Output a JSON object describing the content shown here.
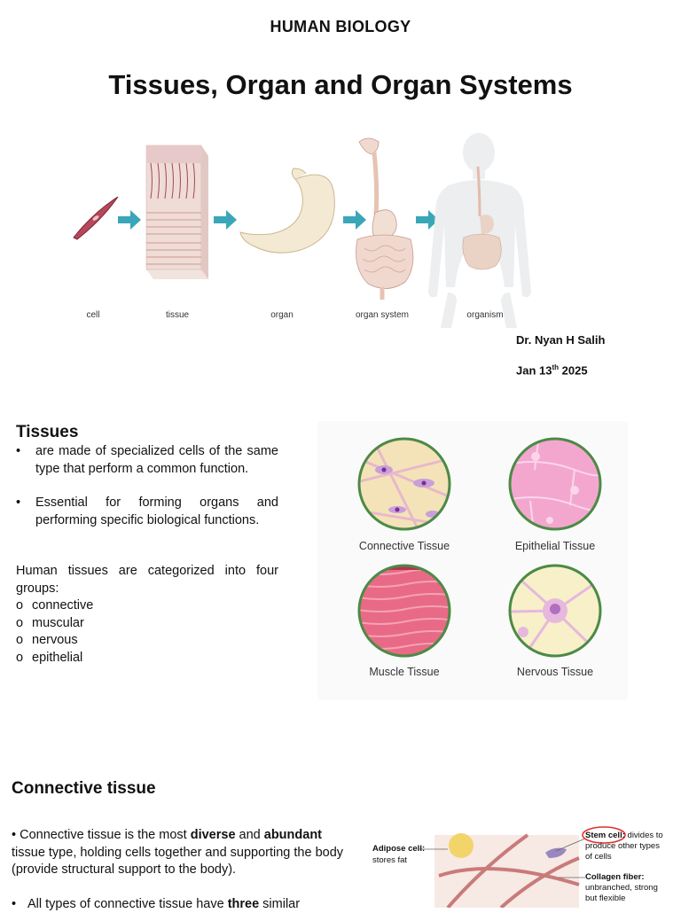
{
  "header": {
    "course": "HUMAN BIOLOGY",
    "title": "Tissues, Organ and Organ Systems"
  },
  "hierarchy_figure": {
    "labels": [
      "cell",
      "tissue",
      "organ",
      "organ system",
      "organism"
    ],
    "arrow_color": "#3aa7b9"
  },
  "meta": {
    "author": "Dr. Nyan H Salih",
    "date_prefix": "Jan 13",
    "date_sup": "th",
    "date_year": "2025"
  },
  "tissues": {
    "heading": "Tissues",
    "bullets": [
      "are made of specialized cells of the same type that perform a common function.",
      "Essential for forming organs and performing specific biological functions."
    ],
    "intro": "Human tissues are categorized into four groups:",
    "groups": [
      "connective",
      "muscular",
      "nervous",
      "epithelial"
    ],
    "figure_captions": [
      "Connective Tissue",
      "Epithelial Tissue",
      "Muscle Tissue",
      "Nervous Tissue"
    ],
    "circle_border_color": "#4c8a45"
  },
  "connective": {
    "heading": "Connective tissue",
    "p1": {
      "pre": "• Connective tissue is the most ",
      "b1": "diverse",
      "mid": " and ",
      "b2": "abundant",
      "post": " tissue type, holding cells together and supporting the body (provide structural support to the body)."
    },
    "p2": {
      "pre": "All types of connective tissue have ",
      "b": "three",
      "post": " similar"
    },
    "figure": {
      "adipose_title": "Adipose cell:",
      "adipose_desc": "stores fat",
      "stem_title": "Stem cell:",
      "stem_desc_1": "divides to",
      "stem_desc_2": "produce other types",
      "stem_desc_3": "of cells",
      "collagen_title": "Collagen fiber:",
      "collagen_desc_1": "unbranched, strong",
      "collagen_desc_2": "but flexible"
    }
  }
}
